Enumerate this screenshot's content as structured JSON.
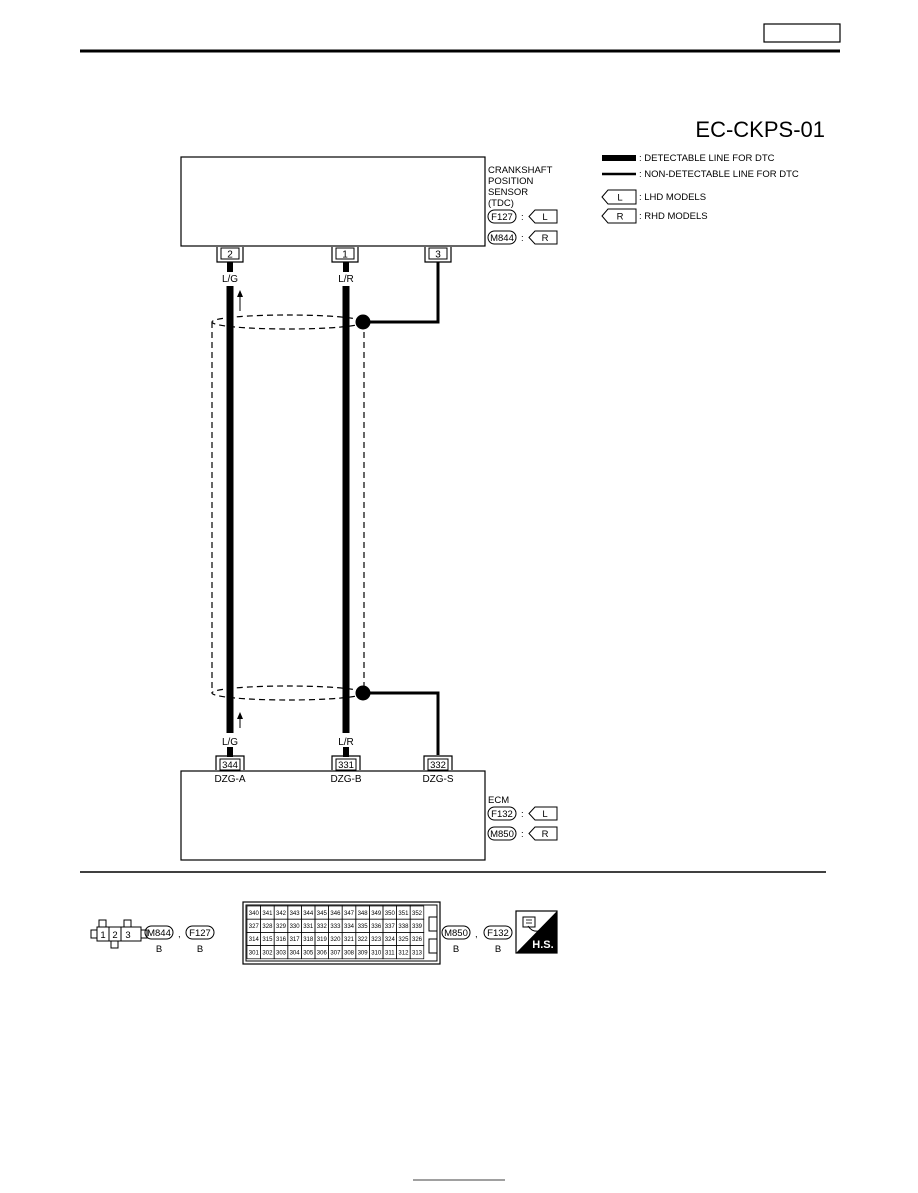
{
  "header": {
    "page_tab": ""
  },
  "diagram": {
    "title": "EC-CKPS-01",
    "legend": {
      "detectable": ": DETECTABLE LINE FOR DTC",
      "non_detectable": ": NON-DETECTABLE LINE FOR DTC",
      "lhd_tag": "L",
      "lhd_text": ": LHD MODELS",
      "rhd_tag": "R",
      "rhd_text": ": RHD MODELS"
    },
    "sensor": {
      "label_lines": [
        "CRANKSHAFT",
        "POSITION",
        "SENSOR",
        "(TDC)"
      ],
      "connectors": [
        {
          "id": "F127",
          "sep": ":",
          "model": "L"
        },
        {
          "id": "M844",
          "sep": ":",
          "model": "R"
        }
      ],
      "pins": [
        "2",
        "1",
        "3"
      ]
    },
    "ecm": {
      "label": "ECM",
      "connectors": [
        {
          "id": "F132",
          "sep": ":",
          "model": "L"
        },
        {
          "id": "M850",
          "sep": ":",
          "model": "R"
        }
      ],
      "pins": [
        "344",
        "331",
        "332"
      ],
      "pin_names": [
        "DZG-A",
        "DZG-B",
        "DZG-S"
      ]
    },
    "wires": {
      "a_top": "L/G",
      "b_top": "L/R",
      "a_bottom": "L/G",
      "b_bottom": "L/R"
    }
  },
  "connector_views": {
    "sensor_pins": [
      "1",
      "2",
      "3"
    ],
    "sensor_conn_1": "M844",
    "sensor_conn_2": "F127",
    "comma": ",",
    "sensor_color_1": "B",
    "sensor_color_2": "B",
    "ecm_grid": [
      [
        "340",
        "341",
        "342",
        "343",
        "344",
        "345",
        "346",
        "347",
        "348",
        "349",
        "350",
        "351",
        "352"
      ],
      [
        "327",
        "328",
        "329",
        "330",
        "331",
        "332",
        "333",
        "334",
        "335",
        "336",
        "337",
        "338",
        "339"
      ],
      [
        "314",
        "315",
        "316",
        "317",
        "318",
        "319",
        "320",
        "321",
        "322",
        "323",
        "324",
        "325",
        "326"
      ],
      [
        "301",
        "302",
        "303",
        "304",
        "305",
        "306",
        "307",
        "308",
        "309",
        "310",
        "311",
        "312",
        "313"
      ]
    ],
    "ecm_conn_1": "M850",
    "ecm_conn_2": "F132",
    "ecm_color_1": "B",
    "ecm_color_2": "B",
    "hs_badge": "H.S."
  }
}
